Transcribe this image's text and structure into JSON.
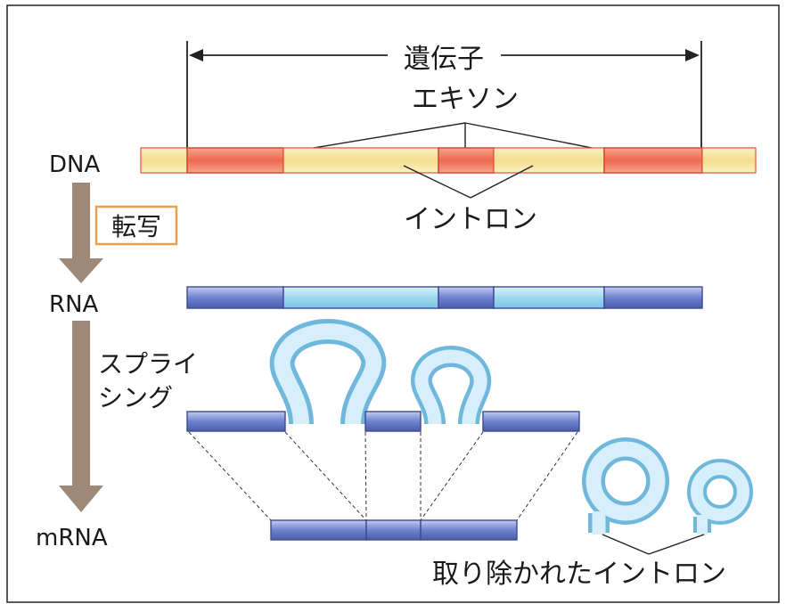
{
  "labels": {
    "gene": "遺伝子",
    "exon": "エキソン",
    "intron": "イントロン",
    "dna": "DNA",
    "transcription": "転写",
    "rna": "RNA",
    "splicing_line1": "スプライ",
    "splicing_line2": "シング",
    "mrna": "mRNA",
    "removed_introns": "取り除かれたイントロン"
  },
  "colors": {
    "dna_intron": "#f6e7a6",
    "dna_exon": "#f0806a",
    "dna_border": "#e0553a",
    "rna_exon": "#8294d6",
    "rna_intron": "#a8ddf2",
    "rna_border": "#3d4a94",
    "arrow": "#9e8878",
    "transcription_box": "#e8a24a"
  }
}
